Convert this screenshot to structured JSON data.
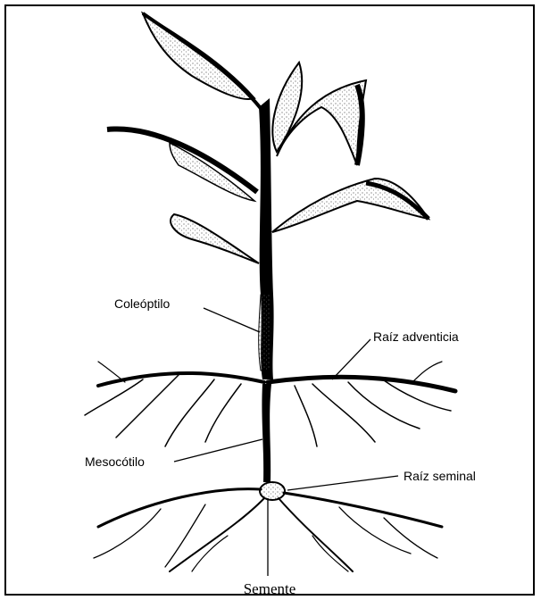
{
  "labels": {
    "coleoptile": "Coleóptilo",
    "adventitious_root": "Raíz adventicia",
    "mesocotyl": "Mesocótilo",
    "seminal_root": "Raíz seminal",
    "seed": "Semente"
  },
  "colors": {
    "ink": "#000000",
    "paper": "#ffffff",
    "leaf_stipple": "#555555"
  }
}
